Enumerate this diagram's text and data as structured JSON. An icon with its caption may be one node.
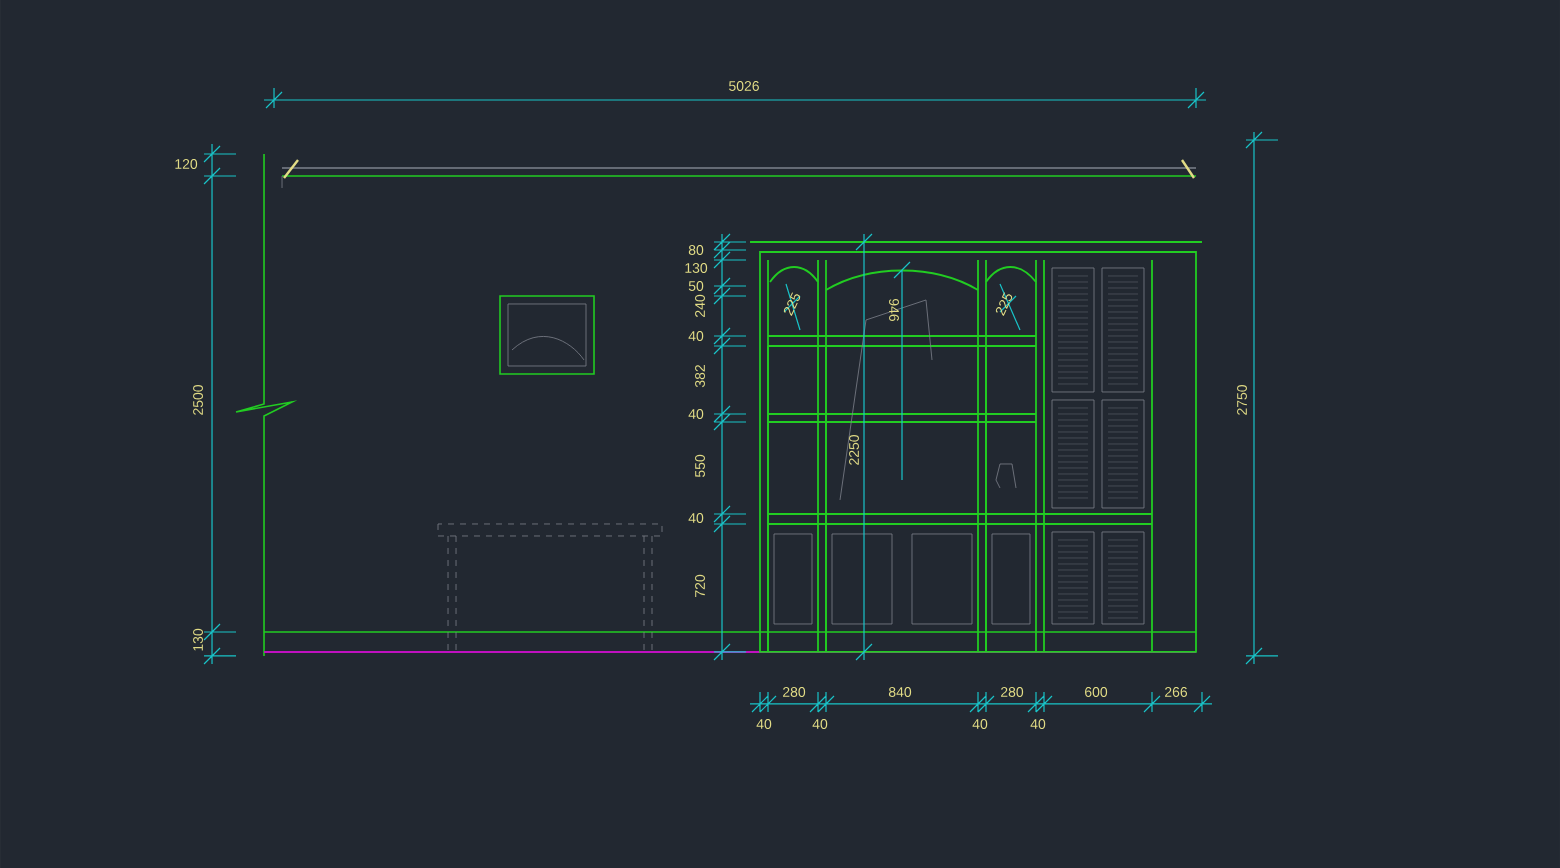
{
  "diagram": {
    "labels": [
      "5026",
      "120",
      "80",
      "130",
      "50",
      "240",
      "225",
      "946",
      "225",
      "40",
      "382",
      "2500",
      "2750",
      "40",
      "2250",
      "550",
      "40",
      "720",
      "130",
      "280",
      "840",
      "280",
      "600",
      "266",
      "40",
      "40",
      "40",
      "40"
    ]
  }
}
